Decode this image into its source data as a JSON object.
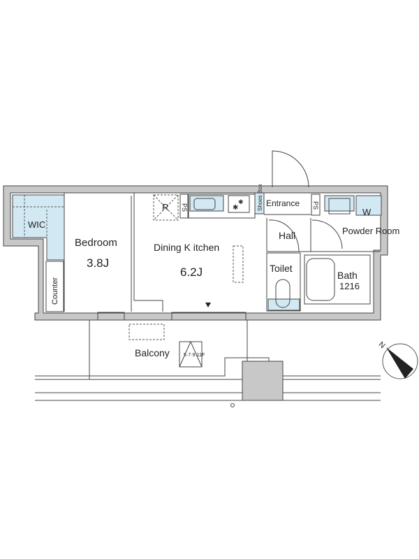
{
  "rooms": {
    "wic": "WIC",
    "bedroom": "Bedroom",
    "bedroom_size": "3.8J",
    "counter": "Counter",
    "dining_kitchen": "Dining K itchen",
    "dining_kitchen_size": "6.2J",
    "refrigerator": "R",
    "ps1": "PS",
    "shoes_box": "Shoes Box",
    "entrance": "Entrance",
    "ps2": "PS",
    "washer": "W",
    "hall": "Hall",
    "powder_room": "Powder Room",
    "toilet": "Toilet",
    "bath": "Bath",
    "bath_size": "1216",
    "balcony": "Balcony",
    "floors": "5·7·9·11F"
  },
  "compass": {
    "label": "N"
  },
  "colors": {
    "wet_area": "#d2e9f4",
    "wall": "#c8c8c8",
    "line": "#444444"
  }
}
